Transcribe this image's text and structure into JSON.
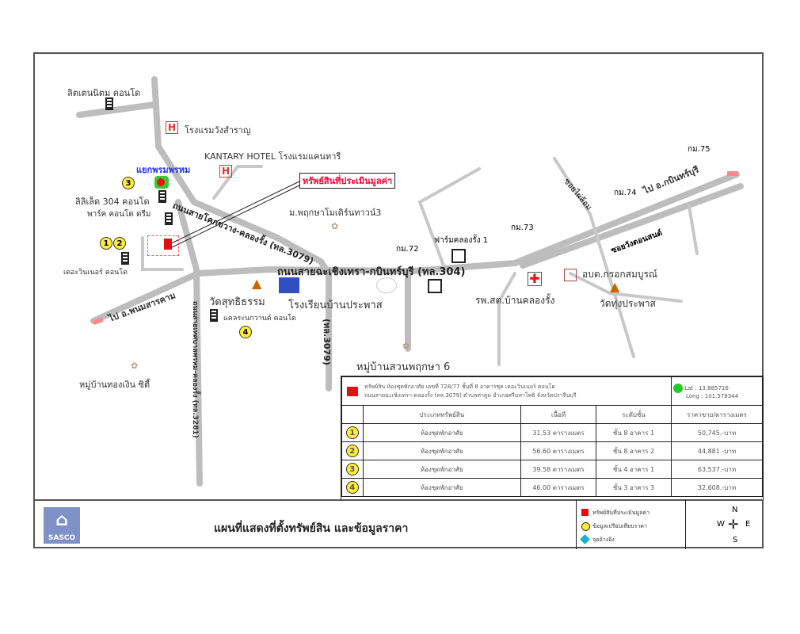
{
  "map": {
    "labels": {
      "condo_top": "ลิตเตนนิตม คอนโด",
      "hotel1": "โรงแรมวังสำราญ",
      "hotel2": "KANTARY HOTEL โรงแรมแคนทารี",
      "junction": "แยกพรมพรหม",
      "subject_callout": "ทรัพย์สินที่ประเมินมูลค่า",
      "condo_304": "ลิลิเล็ด 304 คอนโด",
      "park_condo": "พาร์ค คอนโด ดรีม",
      "condo_left": "เดอะวินเนอร์ คอนโด",
      "village_mall": "ม.พฤกษาโมเดิร์นทาวน์3",
      "road_3079_diag": "ถนนสายโคกขวาง-คลองรั้ง (ทล.3079)",
      "road_main": "ถนนสายฉะเชิงเทรา-กบินทร์บุรี (ทล.304)",
      "to_left": "ไป อ.พนมสารคาม",
      "to_right": "ไป อ.กบินทร์บุรี",
      "temple1": "วัดสุทธิธรรม",
      "school": "โรงเรียนบ้านประพาส",
      "condo4": "แคลระนกวานด์ คอนโด",
      "road_3079_vert": "(ทล.3079)",
      "road_vert_left": "ถนนสายเทศบาลพรหม-คลองรั้ง (ทล.3281)",
      "village1": "หมู่บ้านทองเงิน ซิตี้",
      "village2": "หมู่บ้านสวนพฤกษา 6",
      "market": "ฟาร์มคลองรั้ง 1",
      "hospital": "รพ.สต.บ้านคลองรั้ง",
      "tambon": "อบต.กรอกสมบูรณ์",
      "temple2": "วัดทุ่งประพาส",
      "soi1": "ซอยไผ่ล้อม",
      "soi2": "ซอยวังตอนสนต์",
      "km72": "กม.72",
      "km73": "กม.73",
      "km74": "กม.74",
      "km75": "กม.75"
    },
    "markers": [
      "1",
      "2",
      "3",
      "4"
    ]
  },
  "info_table": {
    "subject_text_1": "ทรัพย์สิน ห้องชุดพักอาศัย เลขที่ 728/77 ชั้นที่ 8 อาคารชุด เดอะวินเนอร์ คอนโด",
    "subject_text_2": "ถนนสายฉะเชิงเทรา-คลองรั้ง (ทล.3079) ตำบลท่าตูม อำเภอศรีมหาโพธิ จังหวัดปราจีนบุรี",
    "lat": "Lat : 13.885716",
    "long": "Long : 101.578344",
    "headers": [
      "ประเภททรัพย์สิน",
      "เนื้อที่",
      "ระดับชั้น",
      "ราคาขาย/ตารางเมตร"
    ],
    "rows": [
      {
        "no": "1",
        "type": "ห้องชุดพักอาศัย",
        "area": "31.53 ตารางเมตร",
        "floor": "ชั้น 8 อาคาร 1",
        "price": "50,745.-บาท"
      },
      {
        "no": "2",
        "type": "ห้องชุดพักอาศัย",
        "area": "56.60 ตารางเมตร",
        "floor": "ชั้น 8 อาคาร 2",
        "price": "44,881.-บาท"
      },
      {
        "no": "3",
        "type": "ห้องชุดพักอาศัย",
        "area": "39.58 ตารางเมตร",
        "floor": "ชั้น 4 อาคาร 1",
        "price": "63,537.-บาท"
      },
      {
        "no": "4",
        "type": "ห้องชุดพักอาศัย",
        "area": "46.00 ตารางเมตร",
        "floor": "ชั้น 3 อาคาร 3",
        "price": "32,608.-บาท"
      }
    ]
  },
  "footer": {
    "logo_text": "SASCO",
    "title": "แผนที่แสดงที่ตั้งทรัพย์สิน และข้อมูลราคา",
    "legend": [
      "ทรัพย์สินที่ประเมินมูลค่า",
      "ข้อมูลเปรียบเทียบราคา",
      "จุดอ้างอิง"
    ],
    "compass": {
      "n": "N",
      "s": "S",
      "e": "E",
      "w": "W"
    }
  },
  "colors": {
    "road": "#c8c8c8",
    "subject": "#e01010",
    "marker": "#ffef30",
    "ref": "#1ab0d0",
    "callout": "#ff0033"
  }
}
